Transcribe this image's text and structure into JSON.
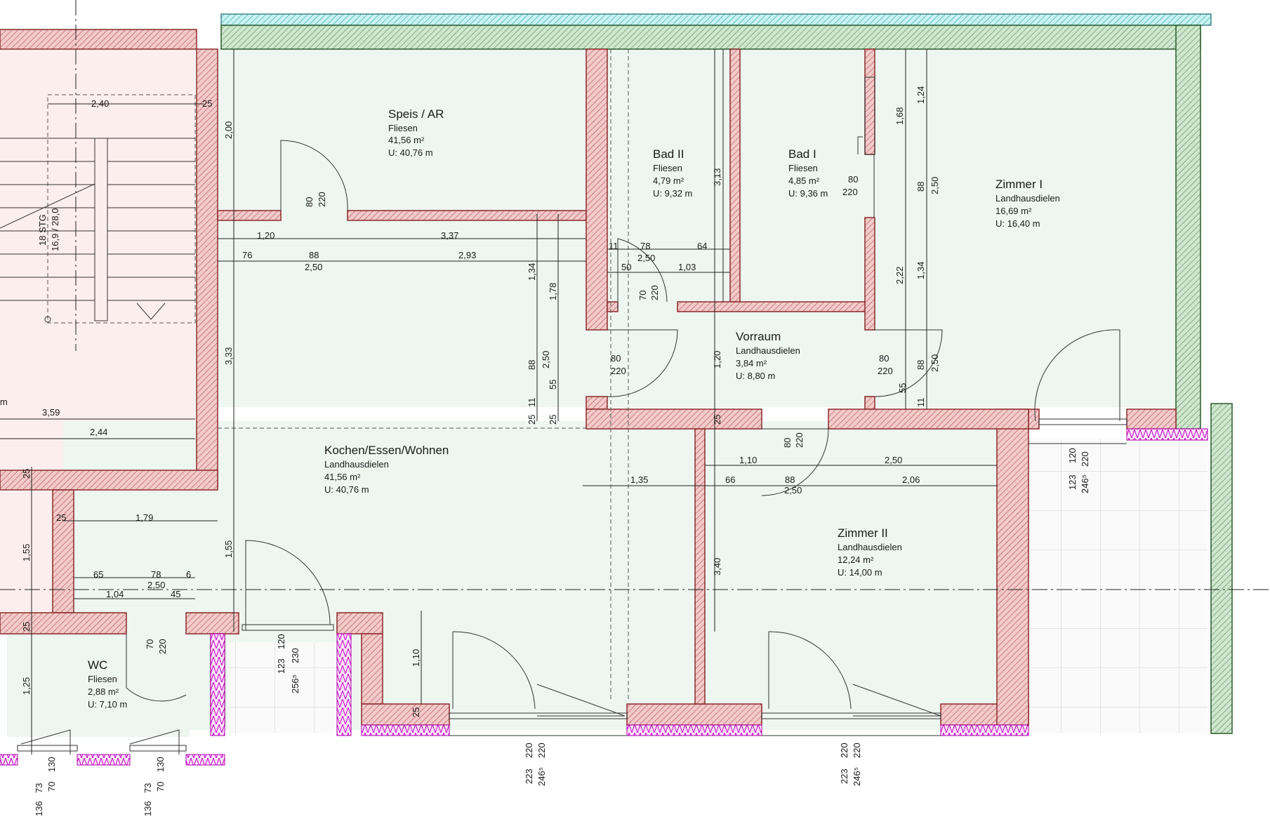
{
  "rooms": [
    {
      "id": "speis",
      "name": "Speis / AR",
      "floor": "Fliesen",
      "area": "41,56 m²",
      "perimeter": "U: 40,76 m"
    },
    {
      "id": "bad2",
      "name": "Bad II",
      "floor": "Fliesen",
      "area": "4,79 m²",
      "perimeter": "U: 9,32 m"
    },
    {
      "id": "bad1",
      "name": "Bad I",
      "floor": "Fliesen",
      "area": "4,85 m²",
      "perimeter": "U: 9,36 m"
    },
    {
      "id": "zimmer1",
      "name": "Zimmer I",
      "floor": "Landhausdielen",
      "area": "16,69 m²",
      "perimeter": "U: 16,40 m"
    },
    {
      "id": "vorraum",
      "name": "Vorraum",
      "floor": "Landhausdielen",
      "area": "3,84 m²",
      "perimeter": "U: 8,80 m"
    },
    {
      "id": "kochen",
      "name": "Kochen/Essen/Wohnen",
      "floor": "Landhausdielen",
      "area": "41,56 m²",
      "perimeter": "U: 40,76 m"
    },
    {
      "id": "zimmer2",
      "name": "Zimmer II",
      "floor": "Landhausdielen",
      "area": "12,24 m²",
      "perimeter": "U: 14,00 m"
    },
    {
      "id": "wc",
      "name": "WC",
      "floor": "Fliesen",
      "area": "2,88 m²",
      "perimeter": "U: 7,10 m"
    }
  ],
  "stair": {
    "steps": "18 STG",
    "ratio": "16,9 / 28,0"
  },
  "dims": {
    "d_240": "2,40",
    "d_25a": "25",
    "d_200": "2,00",
    "d_120": "1,20",
    "d_337": "3,37",
    "d_76": "76",
    "d_88a": "88",
    "d_250a": "2,50",
    "d_293": "2,93",
    "d_333": "3,33",
    "d_359": "3,59",
    "d_244": "2,44",
    "d_25b": "25",
    "d_25c": "25",
    "d_179": "1,79",
    "d_155a": "1,55",
    "d_155b": "1,55",
    "d_65": "65",
    "d_78a": "78",
    "d_6": "6",
    "d_250b": "2,50",
    "d_104": "1,04",
    "d_45": "45",
    "d_25d": "25",
    "d_125": "1,25",
    "d_134a": "1,34",
    "d_178": "1,78",
    "d_88b": "88",
    "d_250c": "2,50",
    "d_55a": "55",
    "d_25e": "25",
    "d_25f": "25",
    "d_11a": "11",
    "d_313": "3,13",
    "d_11b": "11",
    "d_78b": "78",
    "d_64": "64",
    "d_250d": "2,50",
    "d_50": "50",
    "d_103": "1,03",
    "d_168": "1,68",
    "d_124": "1,24",
    "d_88c": "88",
    "d_250e": "2,50",
    "d_222": "2,22",
    "d_134b": "1,34",
    "d_55b": "55",
    "d_88d": "88",
    "d_250f": "2,50",
    "d_11c": "11",
    "d_120b": "1,20",
    "d_25g": "25",
    "d_110a": "1,10",
    "d_250g": "2,50",
    "d_135": "1,35",
    "d_66": "66",
    "d_88e": "88",
    "d_250h": "2,50",
    "d_206": "2,06",
    "d_340": "3,40",
    "d_110b": "1,10",
    "d_25h": "25"
  },
  "doors": {
    "door_speis_w": "80",
    "door_speis_h": "220",
    "door_bad2_w": "70",
    "door_bad2_h": "220",
    "door_bad1_w": "80",
    "door_bad1_h": "220",
    "door_kochen_w": "80",
    "door_kochen_h": "220",
    "door_zimmer1_w": "80",
    "door_zimmer1_h": "220",
    "door_zimmer2_w": "80",
    "door_zimmer2_h": "220",
    "door_wc_w": "70",
    "door_wc_h": "220"
  },
  "windows": {
    "w1_a": "123",
    "w1_b": "120",
    "w1_c": "220",
    "w1_d": "246⁵",
    "w2_a": "123",
    "w2_b": "120",
    "w2_c": "230",
    "w2_d": "256⁵",
    "w3_a": "223",
    "w3_b": "220",
    "w3_c": "220",
    "w3_d": "246⁵",
    "w4_a": "223",
    "w4_b": "220",
    "w4_c": "220",
    "w4_d": "246⁵",
    "w5_a": "73",
    "w5_b": "70",
    "w5_c": "130",
    "w5_d": "136",
    "w6_a": "73",
    "w6_b": "70",
    "w6_c": "130",
    "w6_d": "136"
  },
  "misc": {
    "m_left": "m"
  }
}
